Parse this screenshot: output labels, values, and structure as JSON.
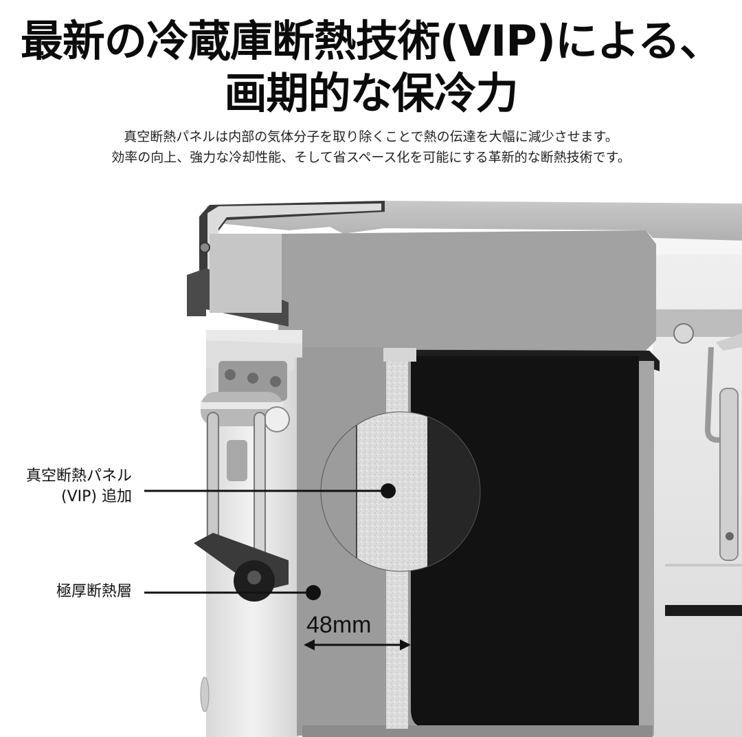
{
  "header": {
    "title_line1": "最新の冷蔵庫断熱技術(VIP)による、",
    "title_line2": "画期的な保冷力"
  },
  "description": {
    "line1": "真空断熱パネルは内部の気体分子を取り除くことで熱の伝達を大幅に減少させます。",
    "line2": "効率の向上、強力な冷却性能、そして省スペース化を可能にする革新的な断熱技術です。"
  },
  "callouts": {
    "vip_line1": "真空断熱パネル",
    "vip_line2": "(VIP) 追加",
    "thick_layer": "極厚断熱層",
    "dimension": "48mm"
  },
  "colors": {
    "background": "#ffffff",
    "text": "#111111",
    "lid_gray": "#a3a3a3",
    "insulation_gray": "#9a9a9a",
    "vip_panel": "#dcdcdc",
    "interior_black": "#121212",
    "body_silver": "#e4e4e4"
  }
}
